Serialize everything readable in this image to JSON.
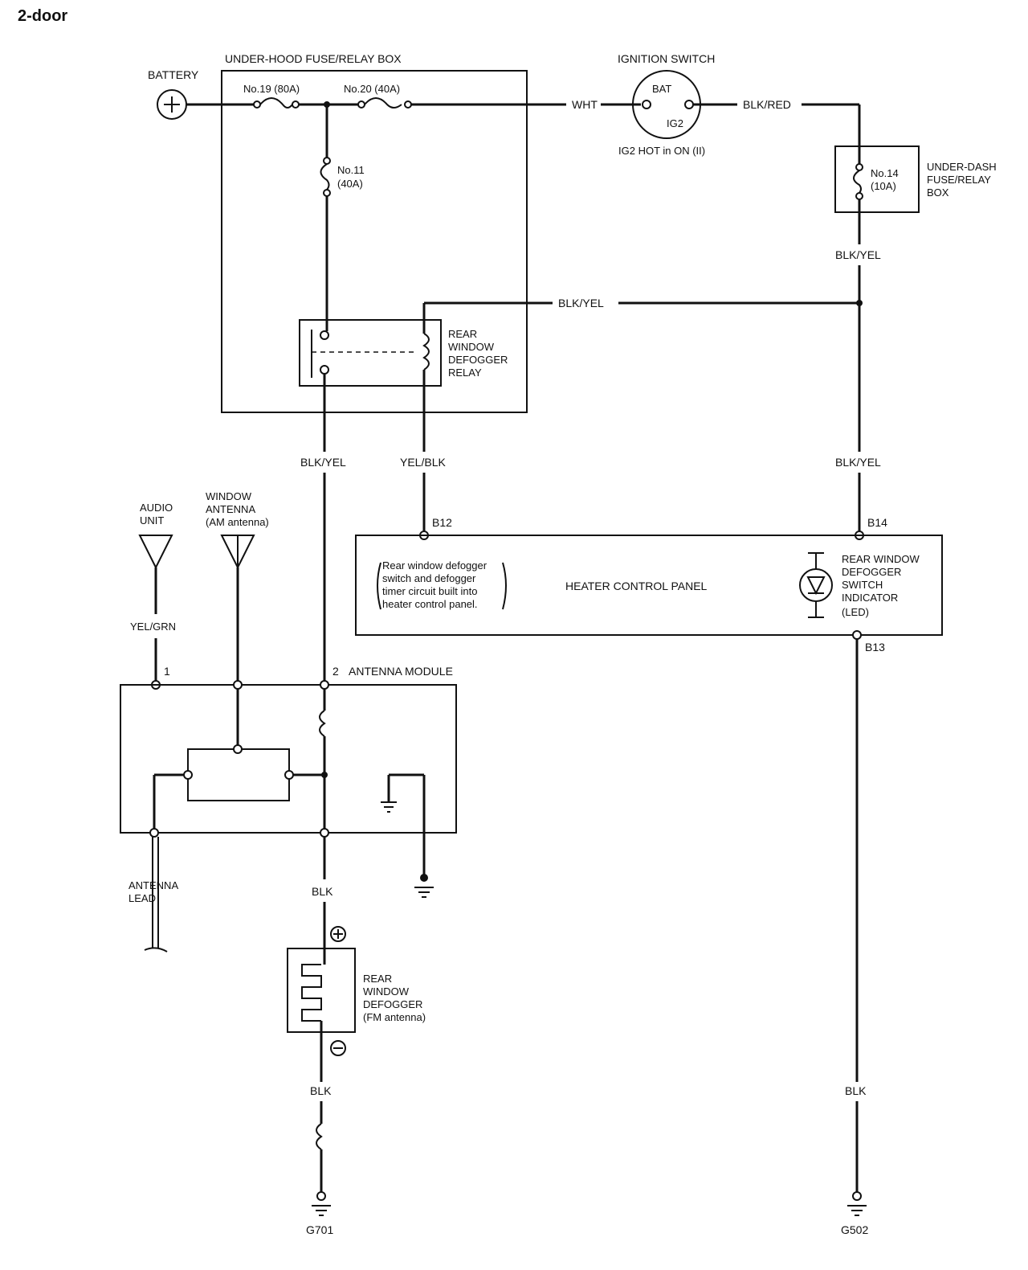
{
  "page_title": "2-door",
  "components": {
    "battery": "BATTERY",
    "underhood_box": "UNDER-HOOD FUSE/RELAY BOX",
    "fuse19": "No.19 (80A)",
    "fuse20": "No.20 (40A)",
    "fuse11_a": "No.11",
    "fuse11_b": "(40A)",
    "ignition_switch": "IGNITION SWITCH",
    "ign_bat": "BAT",
    "ign_ig2": "IG2",
    "ign_note": "IG2 HOT in ON (II)",
    "underdash_lines": [
      "UNDER-DASH",
      "FUSE/RELAY",
      "BOX"
    ],
    "fuse14_a": "No.14",
    "fuse14_b": "(10A)",
    "relay_lines": [
      "REAR",
      "WINDOW",
      "DEFOGGER",
      "RELAY"
    ],
    "heater_panel": "HEATER CONTROL PANEL",
    "heater_note_lines": [
      "Rear window defogger",
      "switch and defogger",
      "timer circuit built into",
      "heater control panel."
    ],
    "led_lines": [
      "REAR WINDOW",
      "DEFOGGER",
      "SWITCH",
      "INDICATOR",
      "(LED)"
    ],
    "audio_unit_lines": [
      "AUDIO",
      "UNIT"
    ],
    "window_antenna_lines": [
      "WINDOW",
      "ANTENNA",
      "(AM antenna)"
    ],
    "antenna_module": "ANTENNA MODULE",
    "antenna_lead_lines": [
      "ANTENNA",
      "LEAD"
    ],
    "defogger_lines": [
      "REAR",
      "WINDOW",
      "DEFOGGER",
      "(FM antenna)"
    ],
    "ground_g701": "G701",
    "ground_g502": "G502"
  },
  "wires": {
    "wht": "WHT",
    "blk_red": "BLK/RED",
    "blk_yel_1": "BLK/YEL",
    "blk_yel_2": "BLK/YEL",
    "blk_yel_3": "BLK/YEL",
    "blk_yel_4": "BLK/YEL",
    "yel_blk": "YEL/BLK",
    "yel_grn": "YEL/GRN",
    "blk_1": "BLK",
    "blk_2": "BLK",
    "blk_3": "BLK"
  },
  "pins": {
    "b12": "B12",
    "b14": "B14",
    "b13": "B13",
    "p1": "1",
    "p2": "2"
  }
}
